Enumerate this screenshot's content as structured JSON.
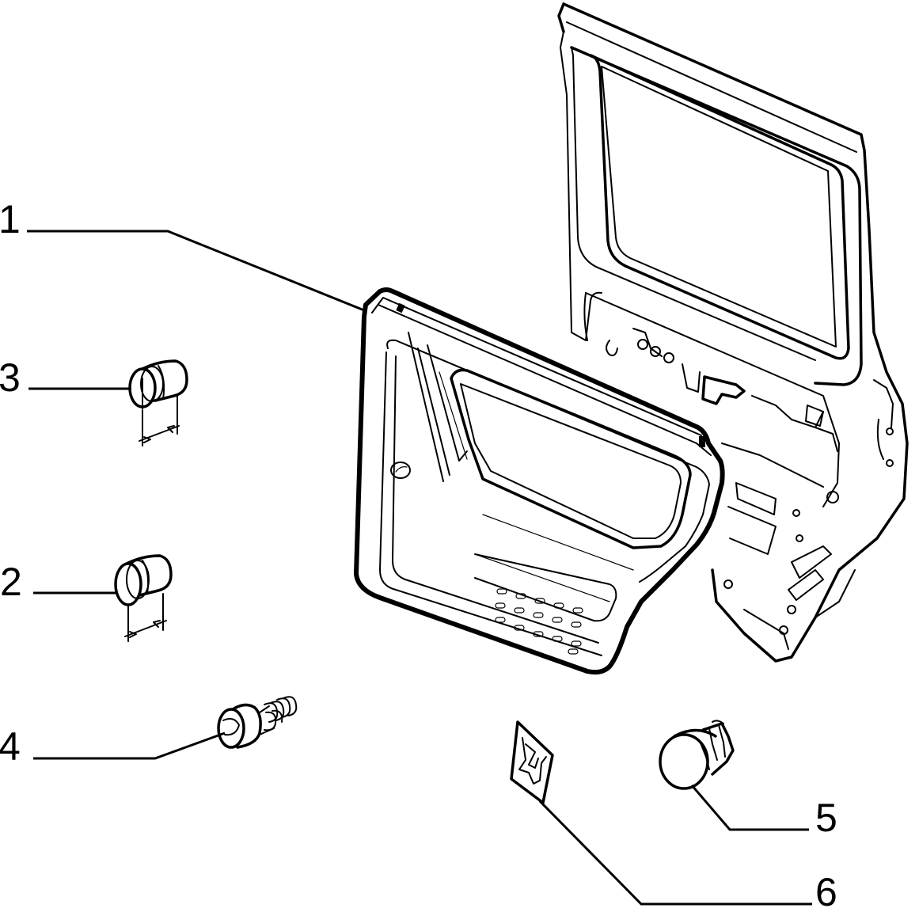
{
  "callouts": [
    {
      "id": "1",
      "text": "1"
    },
    {
      "id": "2",
      "text": "2"
    },
    {
      "id": "3",
      "text": "3"
    },
    {
      "id": "4",
      "text": "4"
    },
    {
      "id": "5",
      "text": "5"
    },
    {
      "id": "6",
      "text": "6"
    }
  ],
  "parts": [
    {
      "callout": "1",
      "icon": "door-trim-panel-icon"
    },
    {
      "callout": "2",
      "icon": "plug-cap-icon"
    },
    {
      "callout": "3",
      "icon": "plug-cap-icon"
    },
    {
      "callout": "4",
      "icon": "screw-with-spring-icon"
    },
    {
      "callout": "5",
      "icon": "push-clip-icon"
    },
    {
      "callout": "6",
      "icon": "adhesive-pad-icon"
    }
  ]
}
